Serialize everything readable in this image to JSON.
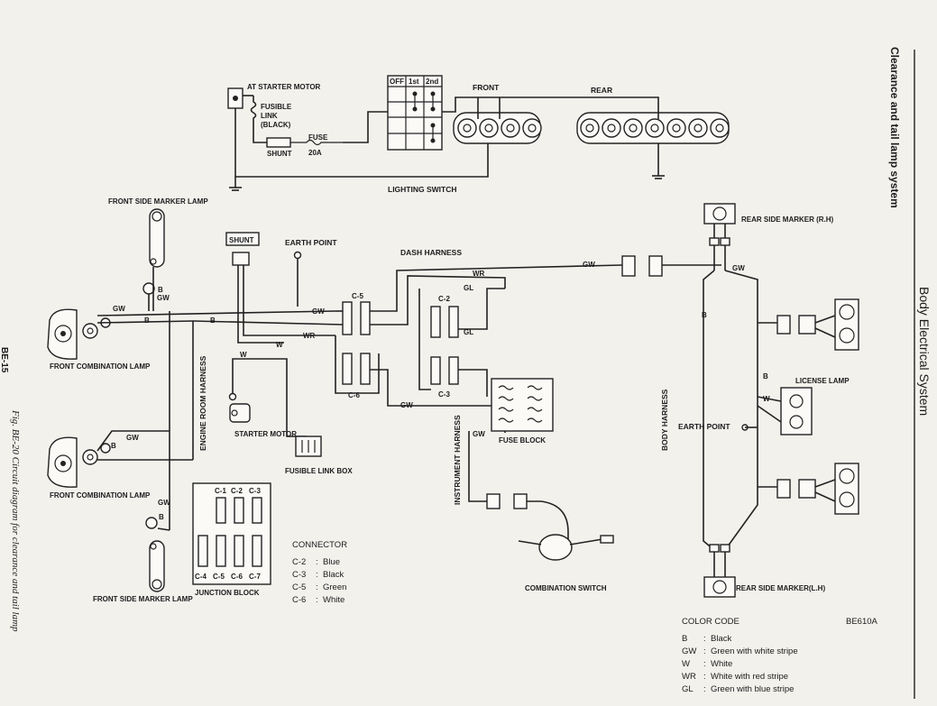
{
  "page": {
    "section": "Body Electrical System",
    "title": "Clearance and tail lamp system",
    "page_no": "BE-15",
    "caption": "Fig. BE-20 Circuit diagram for clearance and tail lamp",
    "code": "BE610A"
  },
  "labels": {
    "at_starter_motor": "AT STARTER MOTOR",
    "fusible_link": [
      "FUSIBLE",
      "LINK",
      "(BLACK)"
    ],
    "shunt": "SHUNT",
    "fuse": [
      "FUSE",
      "20A"
    ],
    "lighting_switch": "LIGHTING SWITCH",
    "switch_positions": [
      "OFF",
      "1st",
      "2nd"
    ],
    "front": "FRONT",
    "rear": "REAR",
    "front_side_marker_top": "FRONT SIDE MARKER LAMP",
    "front_side_marker_bottom": "FRONT SIDE MARKER LAMP",
    "front_combination_top": "FRONT COMBINATION LAMP",
    "front_combination_bottom": "FRONT COMBINATION LAMP",
    "shunt_box": "SHUNT",
    "earth_point": "EARTH POINT",
    "earth_point_body": "EARTH POINT",
    "dash_harness": "DASH HARNESS",
    "engine_room_harness": "ENGINE ROOM HARNESS",
    "instrument_harness": "INSTRUMENT HARNESS",
    "body_harness": "BODY HARNESS",
    "starter_motor": "STARTER MOTOR",
    "fusible_link_box": "FUSIBLE LINK BOX",
    "fuse_block": "FUSE BLOCK",
    "junction_block": "JUNCTION BLOCK",
    "combination_switch": "COMBINATION SWITCH",
    "rear_side_marker_rh": "REAR SIDE MARKER (R.H)",
    "rear_side_marker_lh": "REAR SIDE MARKER(L.H)",
    "license_lamp": "LICENSE LAMP",
    "c5": "C-5",
    "c6": "C-6",
    "c2": "C-2",
    "c3": "C-3",
    "junction_top": [
      "C-1",
      "C-2",
      "C-3"
    ],
    "junction_bottom": [
      "C-4",
      "C-5",
      "C-6",
      "C-7"
    ]
  },
  "wire_codes": {
    "gw": "GW",
    "b": "B",
    "w": "W",
    "wr": "WR",
    "gl": "GL"
  },
  "connector_legend": {
    "title": "CONNECTOR",
    "items": [
      {
        "code": "C-2",
        "color": "Blue"
      },
      {
        "code": "C-3",
        "color": "Black"
      },
      {
        "code": "C-5",
        "color": "Green"
      },
      {
        "code": "C-6",
        "color": "White"
      }
    ]
  },
  "color_code": {
    "title": "COLOR CODE",
    "items": [
      {
        "code": "B",
        "meaning": "Black"
      },
      {
        "code": "GW",
        "meaning": "Green with white stripe"
      },
      {
        "code": "W",
        "meaning": "White"
      },
      {
        "code": "WR",
        "meaning": "White with red stripe"
      },
      {
        "code": "GL",
        "meaning": "Green with blue stripe"
      }
    ]
  }
}
